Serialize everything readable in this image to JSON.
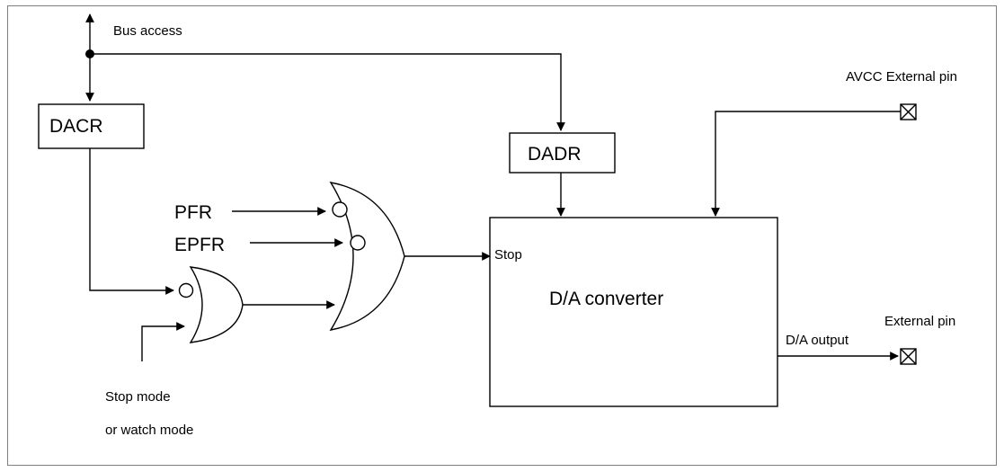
{
  "labels": {
    "bus_access": "Bus access",
    "avcc_external_pin": "AVCC External pin",
    "external_pin": "External pin",
    "stop_mode_line1": "Stop mode",
    "stop_mode_line2": "or watch mode",
    "stop_input": "Stop",
    "da_output": "D/A output",
    "pfr": "PFR",
    "epfr": "EPFR"
  },
  "blocks": {
    "dacr": "DACR",
    "dadr": "DADR",
    "da_converter": "D/A converter"
  }
}
